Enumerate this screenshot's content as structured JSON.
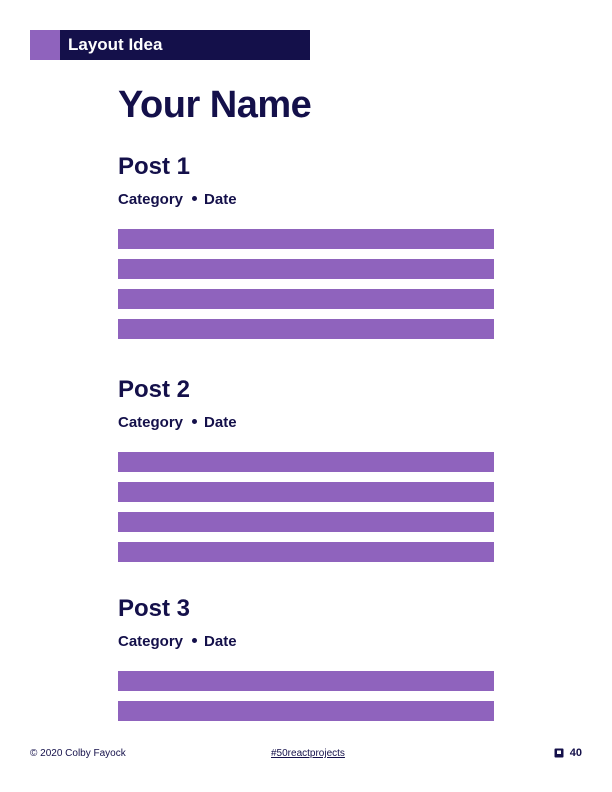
{
  "header": {
    "label": "Layout Idea",
    "accent_color": "#8f63bd",
    "bg_color": "#14104a"
  },
  "page_title": "Your Name",
  "posts": [
    {
      "title": "Post 1",
      "category": "Category",
      "date": "Date",
      "bar_count": 4
    },
    {
      "title": "Post 2",
      "category": "Category",
      "date": "Date",
      "bar_count": 4
    },
    {
      "title": "Post 3",
      "category": "Category",
      "date": "Date",
      "bar_count": 2
    }
  ],
  "bar_color": "#8f63bd",
  "footer": {
    "copyright": "© 2020 Colby Fayock",
    "hashtag": "#50reactprojects",
    "page_number": "40",
    "page_icon": "book-icon"
  }
}
